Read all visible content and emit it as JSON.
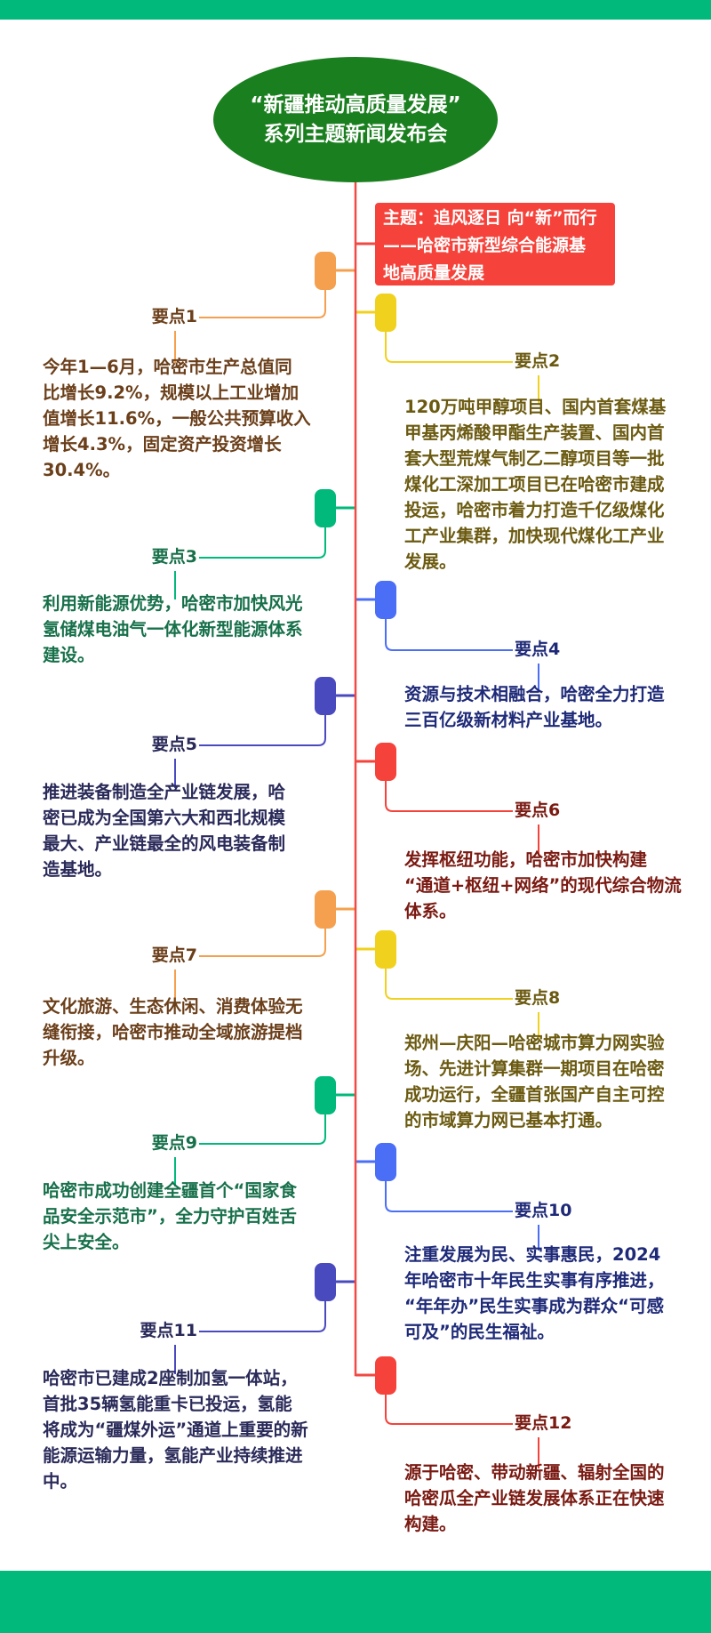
{
  "header": {
    "title_line1": "“新疆推动高质量发展”",
    "title_line2": "系列主题新闻发布会"
  },
  "topic": {
    "lines": [
      "主题：追风逐日 向“新”而行",
      "——哈密市新型综合能源基",
      "地高质量发展"
    ]
  },
  "colors": {
    "band": "#00b97a",
    "ellipse": "#1a7f1f",
    "spine": "#ef4a44",
    "topic_box": "#f5433b"
  },
  "points": [
    {
      "label": "要点1",
      "color": "#f5a04e",
      "text_color": "#6b3f1a",
      "lines": [
        "今年1—6月，哈密市生产总值同",
        "比增长9.2%，规模以上工业增加",
        "值增长11.6%，一般公共预算收入",
        "增长4.3%，固定资产投资增长",
        "30.4%。"
      ]
    },
    {
      "label": "要点2",
      "color": "#f0d21e",
      "text_color": "#6b5a10",
      "lines": [
        "120万吨甲醇项目、国内首套煤基",
        "甲基丙烯酸甲酯生产装置、国内首",
        "套大型荒煤气制乙二醇项目等一批",
        "煤化工深加工项目已在哈密市建成",
        "投运，哈密市着力打造千亿级煤化",
        "工产业集群，加快现代煤化工产业",
        "发展。"
      ]
    },
    {
      "label": "要点3",
      "color": "#00b97a",
      "text_color": "#17704a",
      "lines": [
        "利用新能源优势，哈密市加快风光",
        "氢储煤电油气一体化新型能源体系",
        "建设。"
      ]
    },
    {
      "label": "要点4",
      "color": "#4a6ef5",
      "text_color": "#1e2a78",
      "lines": [
        "资源与技术相融合，哈密全力打造",
        "三百亿级新材料产业基地。"
      ]
    },
    {
      "label": "要点5",
      "color": "#4a4abf",
      "text_color": "#2a2a5a",
      "lines": [
        "推进装备制造全产业链发展，哈",
        "密已成为全国第六大和西北规模",
        "最大、产业链最全的风电装备制",
        "造基地。"
      ]
    },
    {
      "label": "要点6",
      "color": "#f5433b",
      "text_color": "#7a1a12",
      "lines": [
        "发挥枢纽功能，哈密市加快构建",
        "“通道+枢纽+网络”的现代综合物流",
        "体系。"
      ]
    },
    {
      "label": "要点7",
      "color": "#f5a04e",
      "text_color": "#6b3f1a",
      "lines": [
        "文化旅游、生态休闲、消费体验无",
        "缝衔接，哈密市推动全域旅游提档",
        "升级。"
      ]
    },
    {
      "label": "要点8",
      "color": "#f0d21e",
      "text_color": "#6b5a10",
      "lines": [
        "郑州—庆阳—哈密城市算力网实验",
        "场、先进计算集群一期项目在哈密",
        "成功运行，全疆首张国产自主可控",
        "的市域算力网已基本打通。"
      ]
    },
    {
      "label": "要点9",
      "color": "#00b97a",
      "text_color": "#17704a",
      "lines": [
        "哈密市成功创建全疆首个“国家食",
        "品安全示范市”，全力守护百姓舌",
        "尖上安全。"
      ]
    },
    {
      "label": "要点10",
      "color": "#4a6ef5",
      "text_color": "#1e2a78",
      "lines": [
        "注重发展为民、实事惠民，2024",
        "年哈密市十年民生实事有序推进，",
        "“年年办”民生实事成为群众“可感",
        "可及”的民生福祉。"
      ]
    },
    {
      "label": "要点11",
      "color": "#4a4abf",
      "text_color": "#2a2a5a",
      "lines": [
        "哈密市已建成2座制加氢一体站，",
        "首批35辆氢能重卡已投运，氢能",
        "将成为“疆煤外运”通道上重要的新",
        "能源运输力量，氢能产业持续推进",
        "中。"
      ]
    },
    {
      "label": "要点12",
      "color": "#f5433b",
      "text_color": "#7a1a12",
      "lines": [
        "源于哈密、带动新疆、辐射全国的",
        "哈密瓜全产业链发展体系正在快速",
        "构建。"
      ]
    }
  ]
}
